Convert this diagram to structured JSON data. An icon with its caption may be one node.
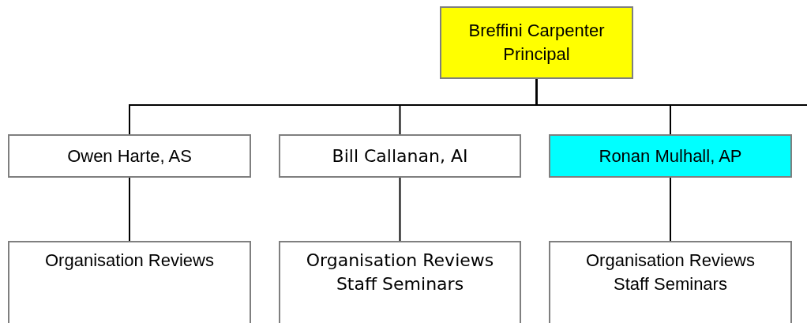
{
  "diagram": {
    "nodes": [
      {
        "text": [
          "Breffini Carpenter Principal"
        ]
      },
      {
        "text": [
          "Owen Harte, AS"
        ]
      },
      {
        "text": [
          "Bill Callanan, AI"
        ]
      },
      {
        "text": [
          "Ronan Mulhall, AP"
        ]
      },
      {
        "text": [
          "Organisation Reviews"
        ]
      },
      {
        "text": [
          "Organisation Reviews",
          "Staff Seminars"
        ]
      },
      {
        "text": [
          "Organisation Reviews",
          "Staff Seminars"
        ]
      }
    ],
    "edges": [
      {
        "from": 0,
        "to": 1,
        "arrow": "none"
      },
      {
        "from": 0,
        "to": 2,
        "arrow": "none"
      },
      {
        "from": 0,
        "to": 3,
        "arrow": "none"
      },
      {
        "from": 0,
        "to": null,
        "arrow": "none"
      },
      {
        "from": 1,
        "to": 4,
        "arrow": "none"
      },
      {
        "from": 2,
        "to": 5,
        "arrow": "none"
      },
      {
        "from": 3,
        "to": 6,
        "arrow": "none"
      }
    ]
  }
}
